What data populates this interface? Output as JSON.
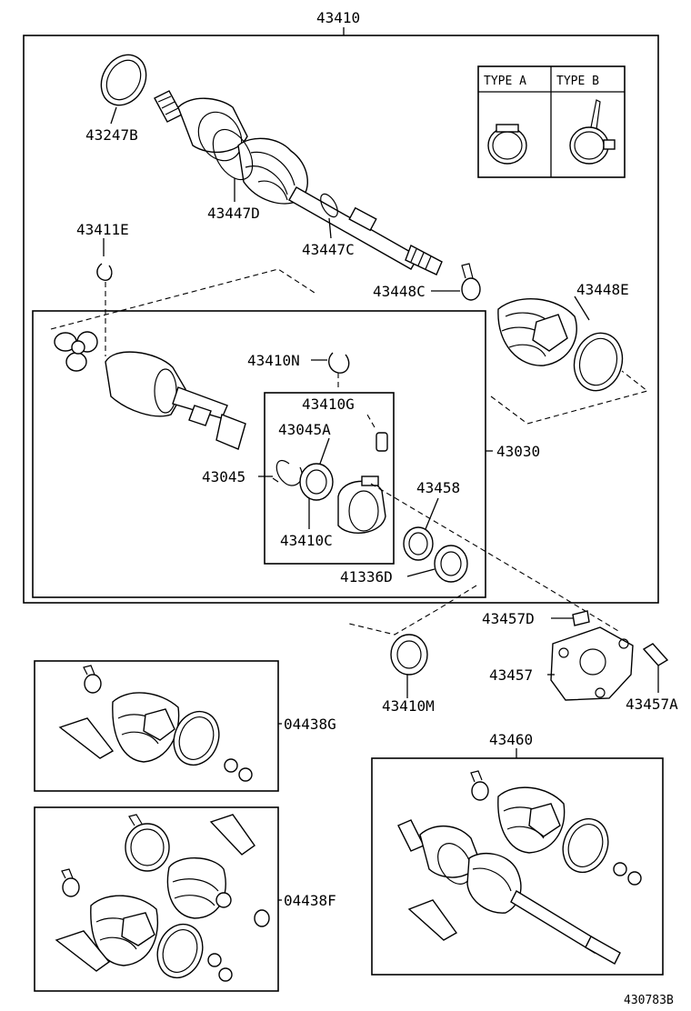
{
  "labels": {
    "p43410": "43410",
    "p43247B": "43247B",
    "p43447D": "43447D",
    "p43447C": "43447C",
    "p43411E": "43411E",
    "p43448C": "43448C",
    "p43448E": "43448E",
    "p43410N": "43410N",
    "p43410G": "43410G",
    "p43045A": "43045A",
    "p43045": "43045",
    "p43030": "43030",
    "p43458": "43458",
    "p43410C": "43410C",
    "p41336D": "41336D",
    "p43457D": "43457D",
    "p43457": "43457",
    "p43457A": "43457A",
    "p43410M": "43410M",
    "p04438G": "04438G",
    "p04438F": "04438F",
    "p43460": "43460"
  },
  "clamp_types": {
    "type_a": "TYPE A",
    "type_b": "TYPE B"
  },
  "diagram_id": "430783B"
}
